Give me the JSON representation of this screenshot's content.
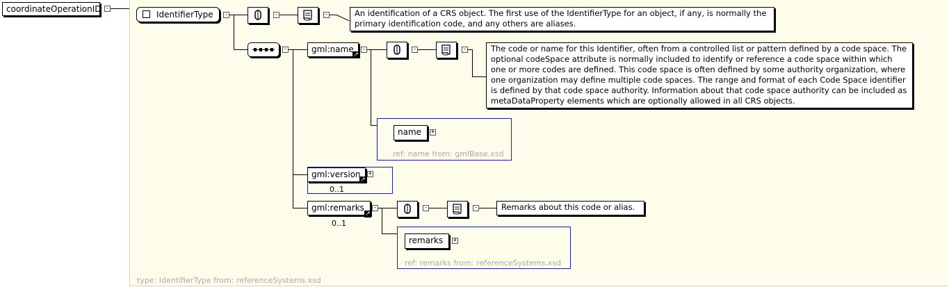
{
  "root": {
    "label": "coordinateOperationID"
  },
  "identifier_type": {
    "label": "IdentifierType",
    "doc": "An identification of a CRS object. The first use of the IdentifierType for an object, if any, is normally the primary identification code, and any others are aliases.",
    "type_ref": "type: IdentifierType from: referenceSystems.xsd"
  },
  "name": {
    "label": "gml:name",
    "doc": "The code or name for this Identifier, often from a controlled list or pattern defined by a code space. The optional codeSpace attribute is normally included to identify or reference a code space within which one or more codes are defined. This code space is often defined by some authority organization, where one organization may define multiple code spaces. The range and format of each Code Space identifier is defined by that code space authority. Information about that code space authority can be included as metaDataProperty elements which are optionally allowed in all CRS objects.",
    "ref_label": "name",
    "ref_info": "ref: name from: gmlBase.xsd"
  },
  "version": {
    "label": "gml:version",
    "occurs": "0..1"
  },
  "remarks": {
    "label": "gml:remarks",
    "occurs": "0..1",
    "doc": "Remarks about this code or alias.",
    "ref_label": "remarks",
    "ref_info": "ref: remarks from: referenceSystems.xsd"
  },
  "icons": {
    "toggle_collapse": "-",
    "toggle_expand": "+",
    "ref_arrow": "↗"
  }
}
